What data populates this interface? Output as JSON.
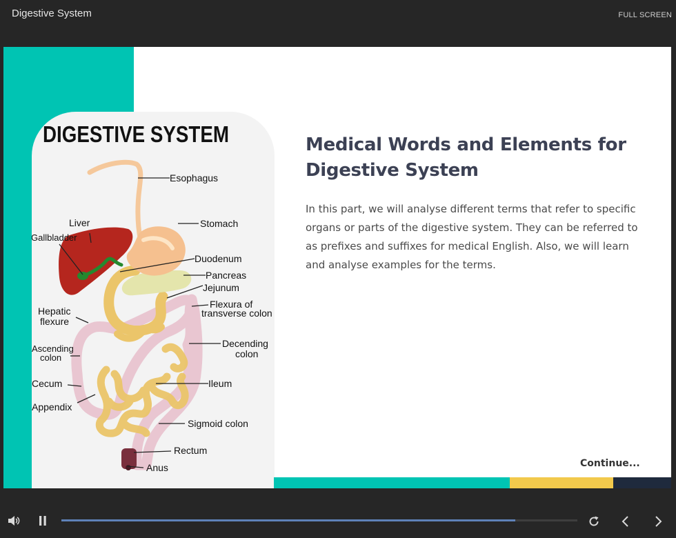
{
  "header": {
    "course_title": "Digestive System",
    "fullscreen_label": "FULL SCREEN"
  },
  "slide": {
    "heading": "Medical Words and Elements for Digestive System",
    "body": "In this part, we will analyse different terms that refer to specific organs or parts of the digestive system. They can be referred to as prefixes and suffixes for medical English. Also, we will learn and analyse examples for the terms.",
    "continue_label": "Continue...",
    "diagram": {
      "title": "DIGESTIVE SYSTEM",
      "labels": {
        "esophagus": "Esophagus",
        "liver": "Liver",
        "gallbladder": "Gallbladder",
        "stomach": "Stomach",
        "duodenum": "Duodenum",
        "pancreas": "Pancreas",
        "jejunum": "Jejunum",
        "hepatic_1": "Hepatic",
        "hepatic_2": "flexure",
        "flexura_1": "Flexura of",
        "flexura_2": "transverse colon",
        "ascending_1": "Ascending",
        "ascending_2": "colon",
        "decending_1": "Decending",
        "decending_2": "colon",
        "cecum": "Cecum",
        "ileum": "Ileum",
        "appendix": "Appendix",
        "sigmoid": "Sigmoid colon",
        "rectum": "Rectum",
        "anus": "Anus"
      }
    }
  },
  "player": {
    "progress": 0.88,
    "icons": {
      "volume": "volume-icon",
      "pause": "pause-icon",
      "replay": "replay-icon",
      "prev": "chevron-left-icon",
      "next": "chevron-right-icon"
    }
  },
  "colors": {
    "teal": "#00c4b3",
    "yellow": "#f2c94c",
    "navy": "#1f2a3d",
    "progress": "#5f82b9",
    "heading": "#3c4154",
    "background": "#262626"
  }
}
